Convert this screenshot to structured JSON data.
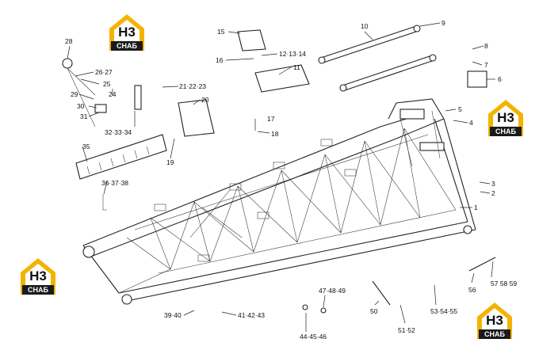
{
  "watermark": {
    "mark": "H3",
    "name": "СНАБ",
    "accent": "#f2b400"
  },
  "callouts": [
    "1",
    "2",
    "3",
    "4",
    "5",
    "6",
    "7",
    "8",
    "9",
    "10",
    "11",
    "12·13·14",
    "15",
    "16",
    "17",
    "18",
    "19",
    "20",
    "21·22·23",
    "24",
    "25",
    "26·27",
    "28",
    "29",
    "30",
    "31",
    "32·33·34",
    "35",
    "36·37·38",
    "39·40",
    "41·42·43",
    "44·45·46",
    "47·48·49",
    "50",
    "51·52",
    "53·54·55",
    "56",
    "57 58 59"
  ]
}
